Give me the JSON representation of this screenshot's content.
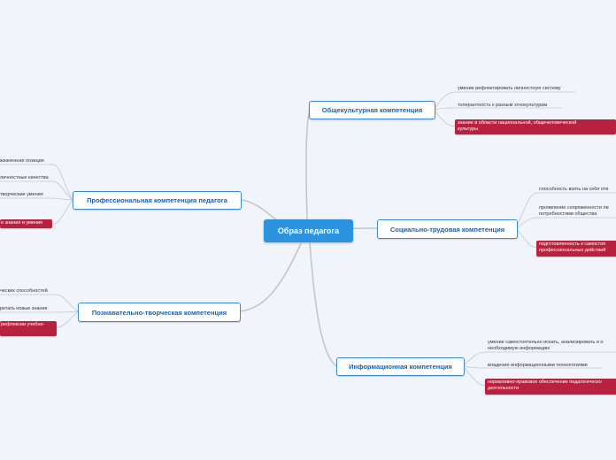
{
  "central": {
    "label": "Образ педагога"
  },
  "branches": {
    "obshchekult": {
      "label": "Общекультурная компетенция",
      "items": [
        "умение рефлектировать личностную систему",
        "толерантность к разным этнокультурам",
        "знание в области национальной, общечеловеческой культуры"
      ]
    },
    "socialno": {
      "label": "Социально-трудовая компетенция",
      "items": [
        "способность взять на себя отв",
        "проявление сопряженности ли потребностями общества",
        "подготовленность к самостоя профессиональных действий"
      ]
    },
    "inform": {
      "label": "Информационная компетенция",
      "items": [
        "умение самостоятельно искать, анализировать и о необходимую информацию",
        "владение информационными технологиями",
        "нормативно-правовое обеспечение педагогическо деятельности"
      ]
    },
    "prof": {
      "label": "Профессиональная компетенция педагога",
      "items": [
        "жизненная позиция",
        "личностные качества",
        "творческие умения",
        "е знания и умения"
      ]
    },
    "poznav": {
      "label": "Познавательно-творческая компетенция",
      "items": [
        "ческих способностей",
        "ретать новые знания",
        "рефлексии учебно-"
      ]
    }
  },
  "colors": {
    "central": "#2c93e0",
    "border": "#3d89d4",
    "text": "#1f5fa8",
    "accent": "#b8223e",
    "line": "#c4c6cc"
  }
}
